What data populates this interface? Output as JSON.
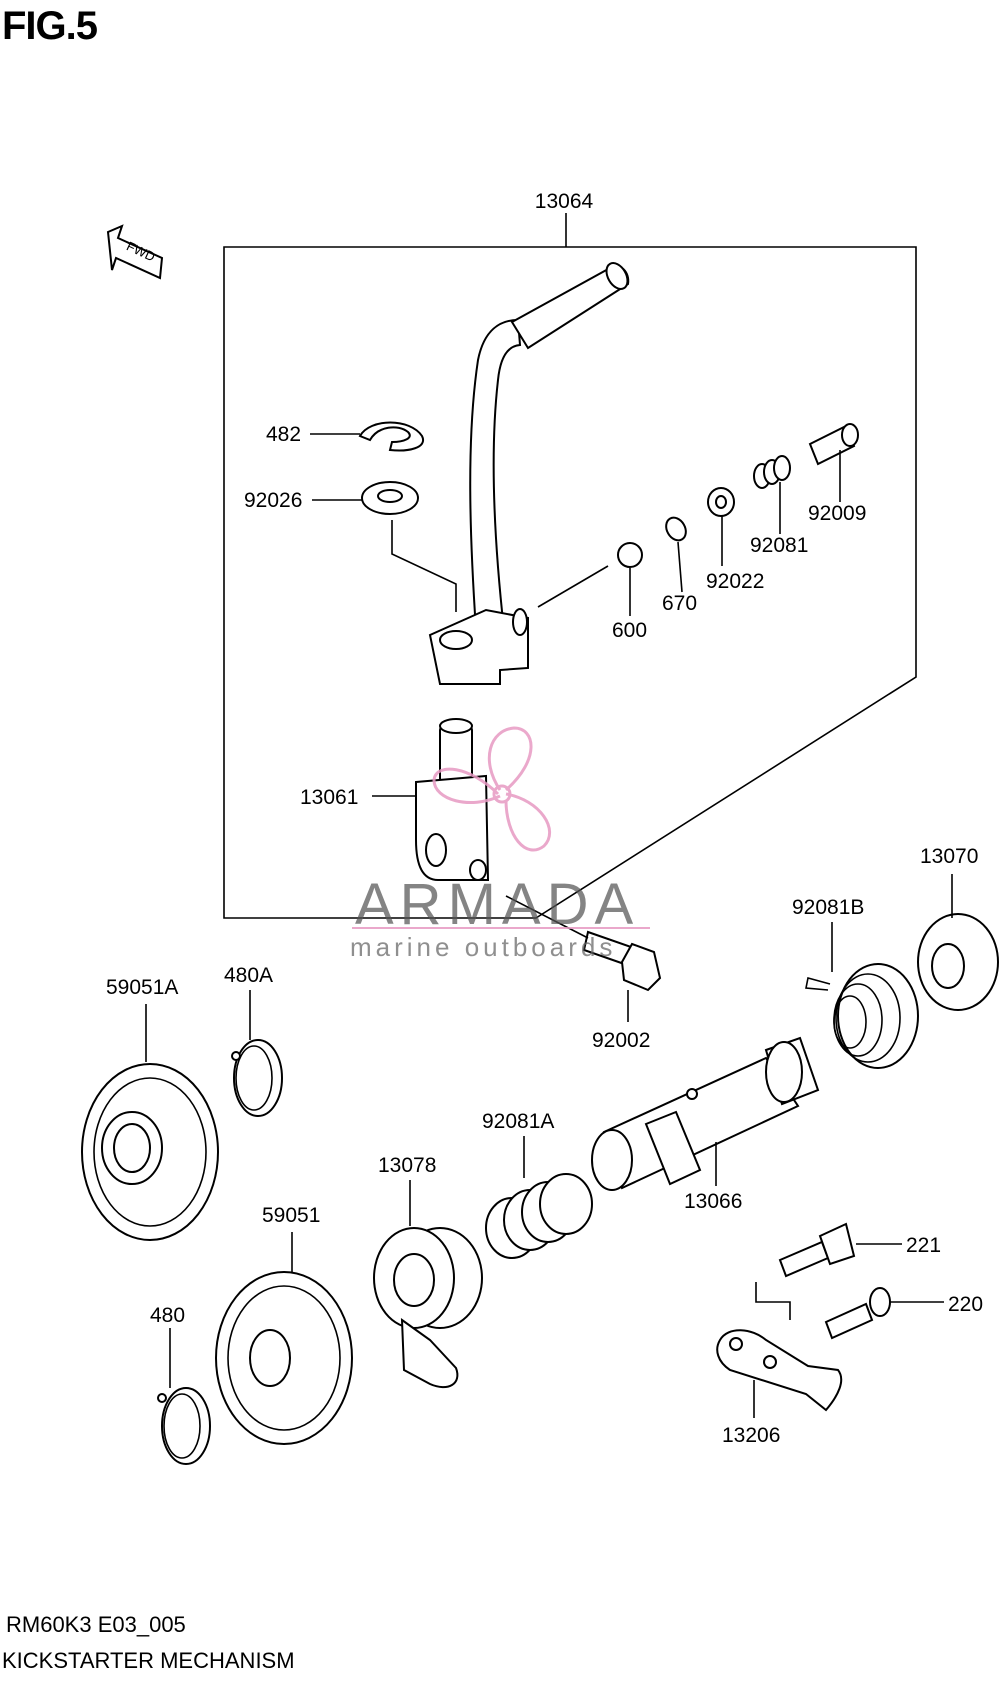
{
  "figure": {
    "title": "FIG.5"
  },
  "footer": {
    "code": "RM60K3 E03_005",
    "name": "KICKSTARTER MECHANISM"
  },
  "fwd_badge": "FWD",
  "watermark": {
    "brand": "ARMADA",
    "tagline": "marine outboards",
    "color": "#e79ac3"
  },
  "callouts": {
    "p13064": "13064",
    "p482": "482",
    "p92026": "92026",
    "p92009": "92009",
    "p92081": "92081",
    "p92022": "92022",
    "p670": "670",
    "p600": "600",
    "p13061": "13061",
    "p13070": "13070",
    "p92081B": "92081B",
    "p92002": "92002",
    "p59051A": "59051A",
    "p480A": "480A",
    "p92081A": "92081A",
    "p13066": "13066",
    "p13078": "13078",
    "p59051": "59051",
    "p221": "221",
    "p220": "220",
    "p480": "480",
    "p13206": "13206"
  }
}
